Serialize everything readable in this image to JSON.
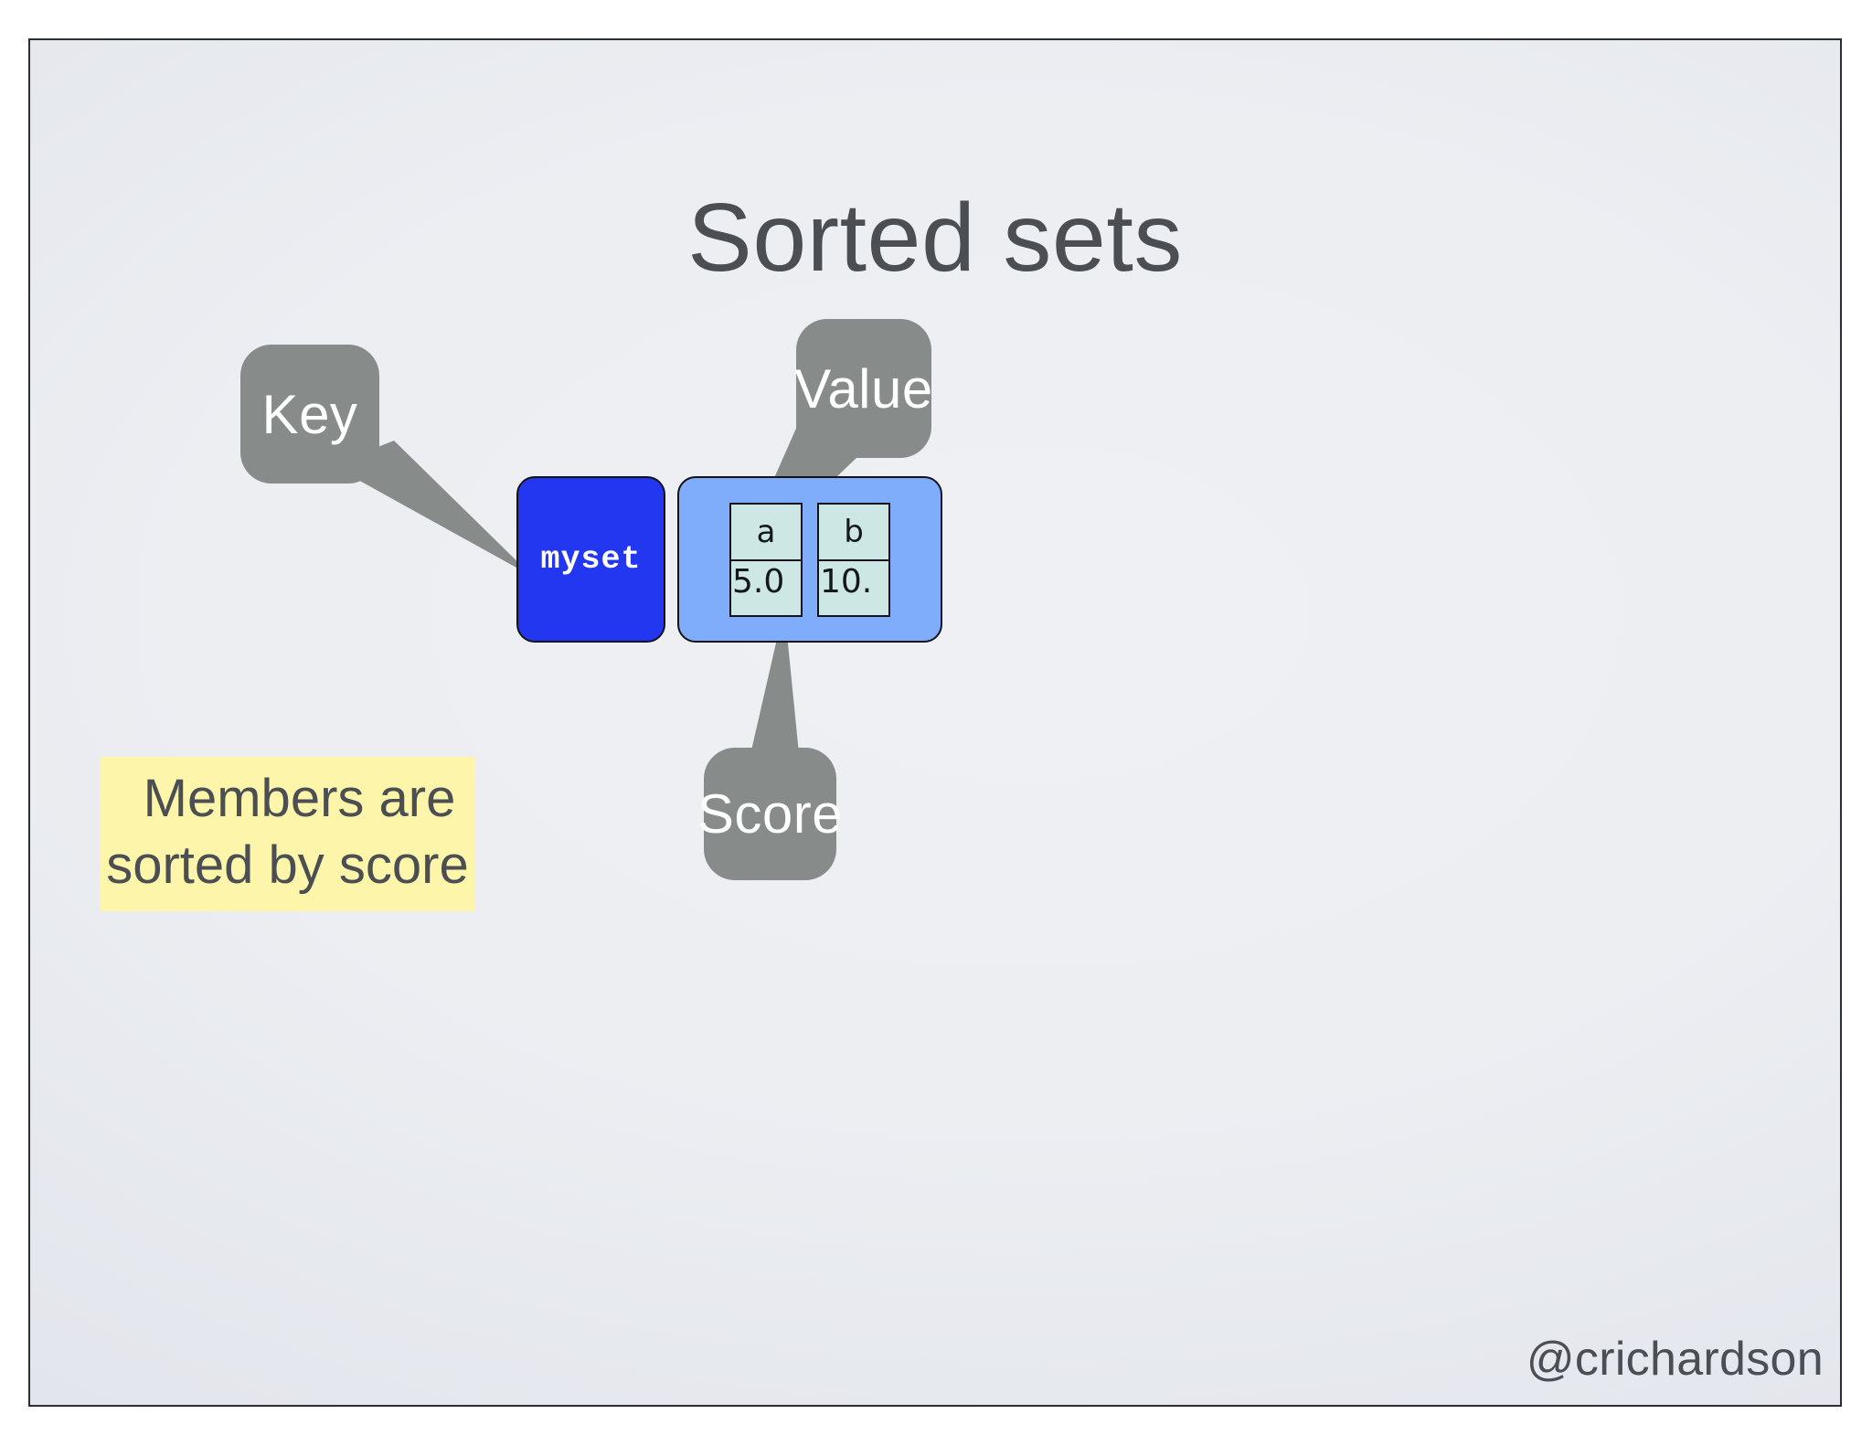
{
  "slide": {
    "title": "Sorted sets",
    "footer_handle": "@crichardson",
    "accent_key_color": "#2336f0",
    "accent_value_color": "#7facfb",
    "cell_color": "#cde8e4",
    "callout_color": "#878c8b",
    "note_color": "#fdf5a9",
    "title_color": "#4b4f53"
  },
  "callouts": [
    {
      "id": "key",
      "label": "Key"
    },
    {
      "id": "value",
      "label": "Value"
    },
    {
      "id": "score",
      "label": "Score"
    }
  ],
  "structure": {
    "key_label": "myset",
    "members": [
      {
        "value": "a",
        "score": "5.0"
      },
      {
        "value": "b",
        "score": "10."
      }
    ]
  },
  "note": {
    "line1": "Members are",
    "line2": "sorted by score"
  }
}
